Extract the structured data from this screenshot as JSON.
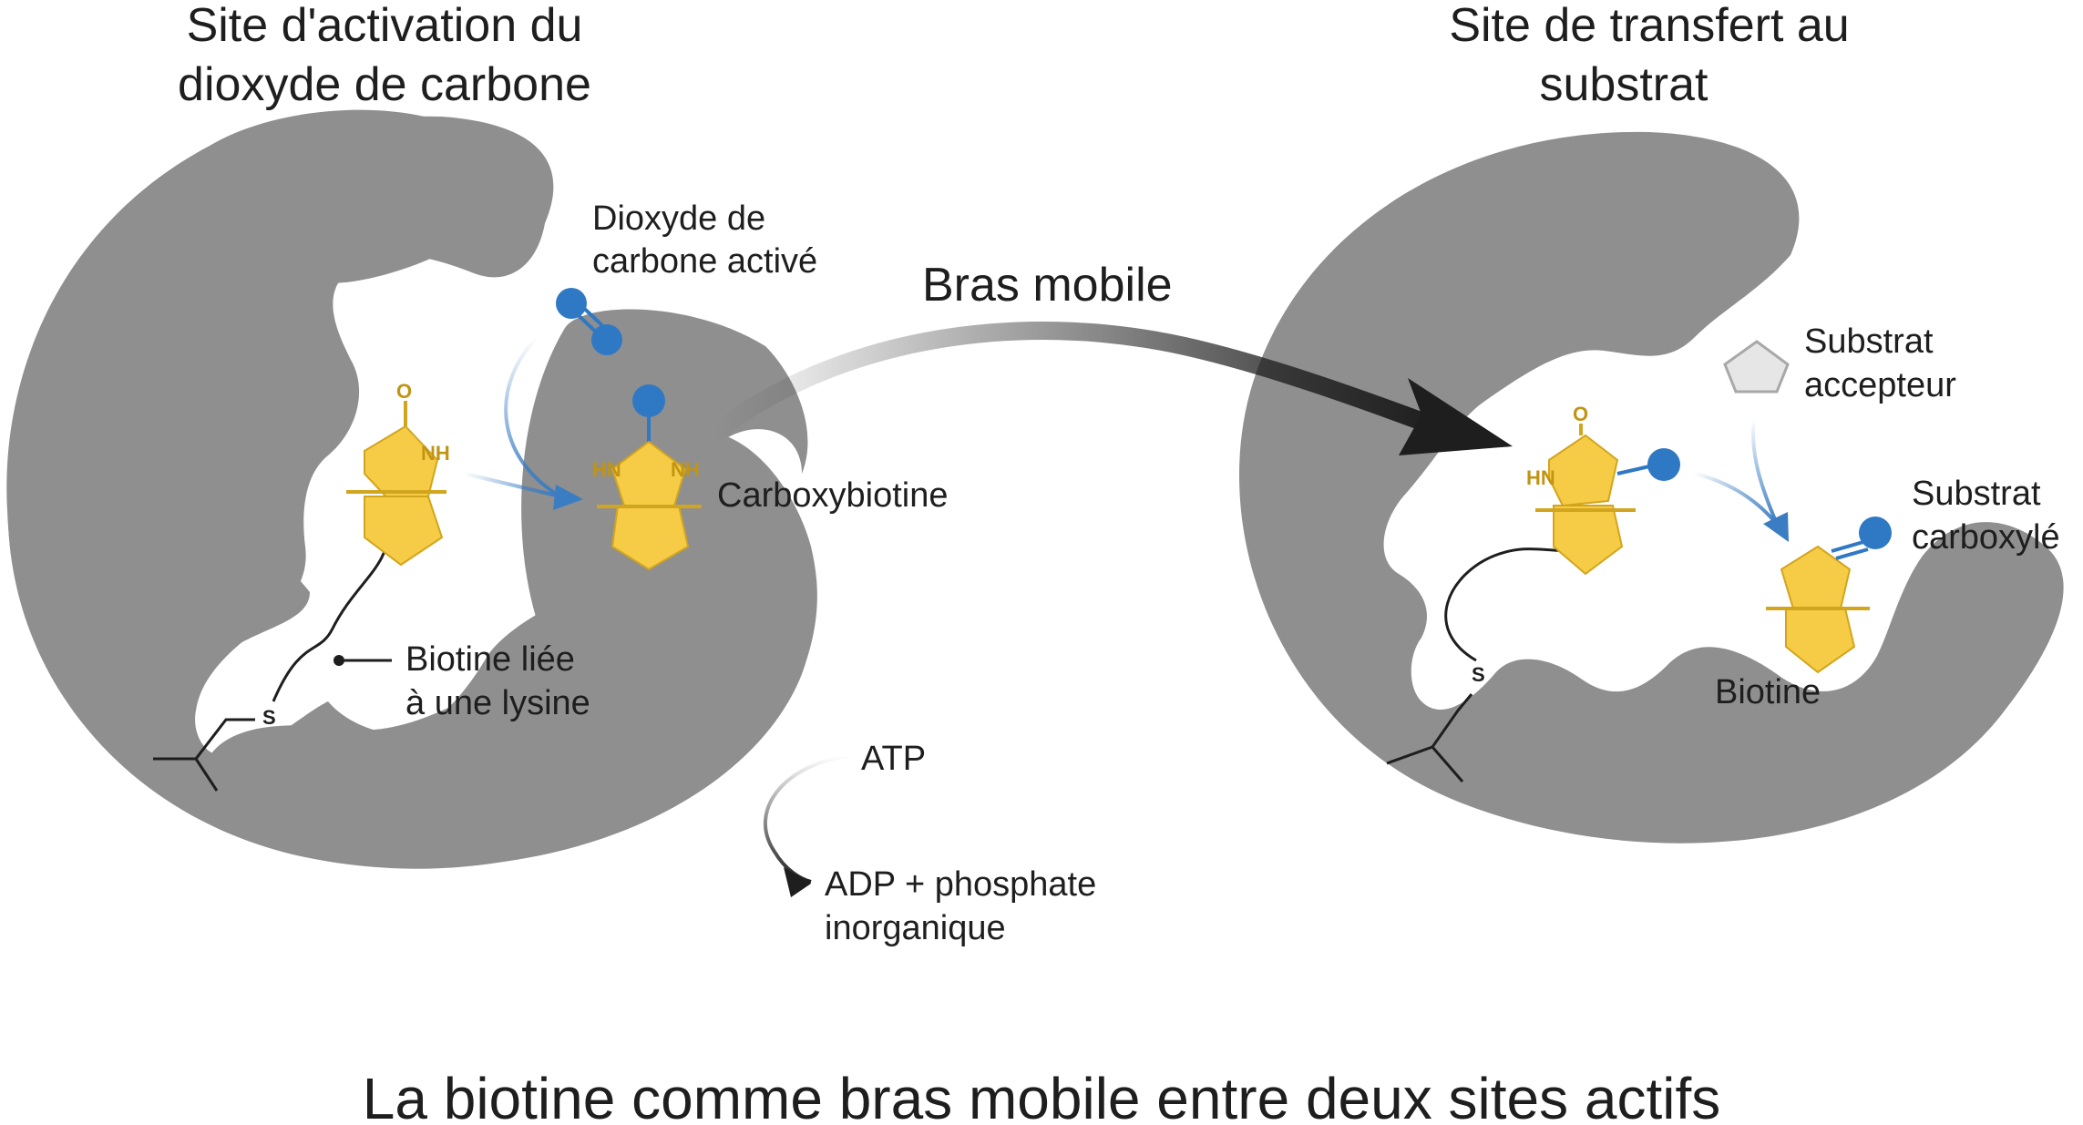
{
  "colors": {
    "enzyme": "#8f8f8f",
    "enzyme_outline": "#6e6e6e",
    "biotin_ring": "#f6cb45",
    "biotin_stroke": "#d2a51e",
    "biotin_label": "#c19414",
    "co2": "#2f79c4",
    "arrow_blue": "#3b7dc2",
    "arrow_dark": "#1e1e1e",
    "pentagon_fill": "#e6e6e6",
    "pentagon_stroke": "#a8a8a8",
    "text": "#1e1e1e"
  },
  "icons": {
    "enzyme_left": "enzyme-pacman-shape",
    "enzyme_right": "enzyme-pacman-shape",
    "biotin": "biotin-bicyclic-ring",
    "co2": "blue-circle-molecule",
    "substrate": "pentagon-shape"
  },
  "left_site": {
    "title_line1": "Site d'activation du",
    "title_line2": "dioxyde de carbone",
    "co2_label_line1": "Dioxyde de",
    "co2_label_line2": "carbone activé",
    "carboxybiotin_label": "Carboxybiotine",
    "lysine_label_line1": "Biotine liée",
    "lysine_label_line2": "à une lysine",
    "sulfur": "S",
    "oxygen": "O",
    "nh": "NH",
    "hn": "HN"
  },
  "atp_cycle": {
    "atp_label": "ATP",
    "adp_label_line1": "ADP + phosphate",
    "adp_label_line2": "inorganique"
  },
  "arm": {
    "label": "Bras mobile"
  },
  "right_site": {
    "title_line1": "Site de transfert au",
    "title_line2": "substrat",
    "substrate_label_line1": "Substrat",
    "substrate_label_line2": "accepteur",
    "product_label_line1": "Substrat",
    "product_label_line2": "carboxylé",
    "biotin_label": "Biotine",
    "sulfur": "S",
    "oxygen": "O",
    "hn": "HN"
  },
  "caption": {
    "text": "La biotine comme bras mobile entre deux sites actifs"
  }
}
